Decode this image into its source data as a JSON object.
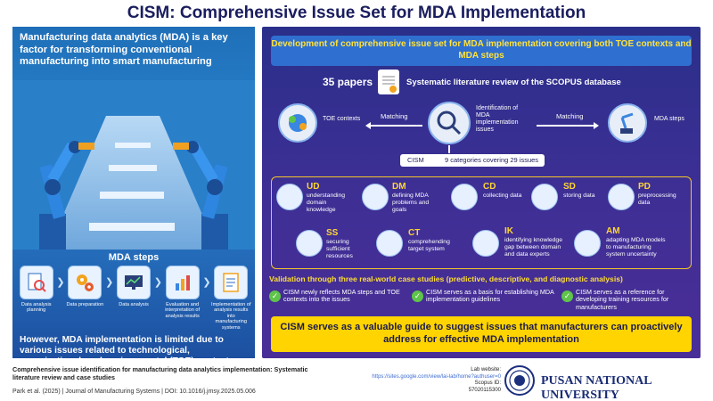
{
  "title": "CISM: Comprehensive Issue Set for MDA Implementation",
  "left": {
    "intro": "Manufacturing data analytics (MDA) is a key factor for transforming conventional manufacturing into smart manufacturing",
    "steps_title": "MDA steps",
    "steps": [
      {
        "label": "Data analysis planning",
        "icon": "magnifier-document-icon"
      },
      {
        "label": "Data preparation",
        "icon": "gears-icon"
      },
      {
        "label": "Data analysis",
        "icon": "monitor-chart-icon"
      },
      {
        "label": "Evaluation and interpretation of analysis results",
        "icon": "bar-chart-icon"
      },
      {
        "label": "Implementation of analysis results into manufacturing systems",
        "icon": "checklist-icon"
      }
    ],
    "bottom": "However, MDA implementation is limited due to various issues related to technological, organizational, and environmental (TOE) contexts and MDA steps"
  },
  "right": {
    "banner": "Development of comprehensive issue set for MDA implementation covering both TOE contexts and MDA steps",
    "papers": "35 papers",
    "slr": "Systematic literature review of the SCOPUS database",
    "toe": "TOE contexts",
    "center": "Identification of MDA implementation issues",
    "mda": "MDA steps",
    "matching_left": "Matching",
    "matching_right": "Matching",
    "cism_tag": "CISM",
    "categories_text": "9 categories covering 29 issues",
    "categories": [
      {
        "code": "UD",
        "desc": "understanding domain knowledge"
      },
      {
        "code": "DM",
        "desc": "defining MDA problems and goals"
      },
      {
        "code": "CD",
        "desc": "collecting data"
      },
      {
        "code": "SD",
        "desc": "storing data"
      },
      {
        "code": "PD",
        "desc": "preprocessing data"
      },
      {
        "code": "SS",
        "desc": "securing sufficient resources"
      },
      {
        "code": "CT",
        "desc": "comprehending target system"
      },
      {
        "code": "IK",
        "desc": "identifying knowledge gap between domain and data experts"
      },
      {
        "code": "AM",
        "desc": "adapting MDA models to manufacturing system uncertainty"
      }
    ],
    "validation": "Validation through three real-world case studies (predictive, descriptive, and diagnostic analysis)",
    "val_items": [
      "CISM newly reflects MDA steps and TOE contexts into the issues",
      "CISM serves as a basis for establishing MDA implementation guidelines",
      "CISM serves as a reference for developing training resources for manufacturers"
    ],
    "conclusion": "CISM serves as a valuable guide to suggest issues that manufacturers can proactively address for effective MDA implementation"
  },
  "footer": {
    "paper_title": "Comprehensive issue identification for manufacturing data analytics implementation: Systematic literature review and case studies",
    "citation": "Park et al. (2025) | Journal of Manufacturing Systems | DOI: 10.1016/j.jmsy.2025.05.006",
    "lab_label": "Lab website:",
    "lab_url": "https://sites.google.com/view/lai-lab/home?authuser=0",
    "scopus_label": "Scopus ID:",
    "scopus_id": "57020115300",
    "university": "PUSAN NATIONAL UNIVERSITY"
  }
}
